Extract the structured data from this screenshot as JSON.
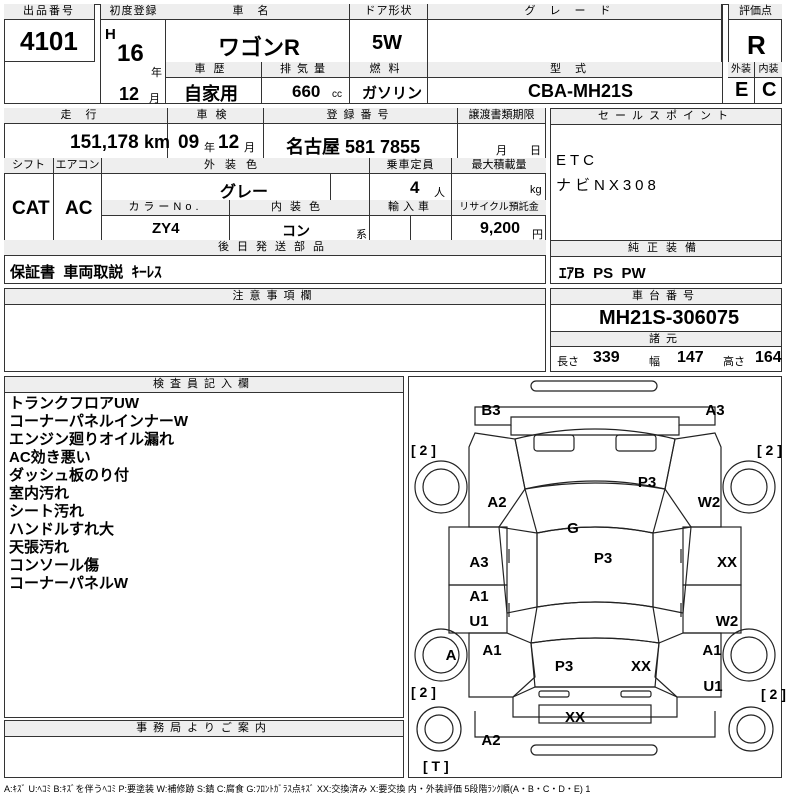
{
  "lot": {
    "label": "出品番号",
    "value": "4101"
  },
  "first_reg": {
    "label": "初度登録",
    "era": "H",
    "year": "16",
    "year_unit": "年",
    "month": "12",
    "month_unit": "月"
  },
  "car_name": {
    "label": "車名",
    "value": "ワゴンR"
  },
  "door": {
    "label": "ドア形状",
    "value": "5W"
  },
  "grade": {
    "label": "グレード",
    "value": ""
  },
  "score": {
    "label": "評価点",
    "value": "R"
  },
  "history": {
    "label": "車歴",
    "value": "自家用"
  },
  "displacement": {
    "label": "排気量",
    "value": "660",
    "unit": "cc"
  },
  "fuel": {
    "label": "燃料",
    "value": "ガソリン"
  },
  "model": {
    "label": "型式",
    "value": "CBA-MH21S"
  },
  "exterior_grade": {
    "label": "外装",
    "value": "E"
  },
  "interior_grade": {
    "label": "内装",
    "value": "C"
  },
  "mileage": {
    "label": "走行",
    "value": "151,178",
    "unit": "km"
  },
  "inspection": {
    "label": "車検",
    "year": "09",
    "year_unit": "年",
    "month": "12",
    "month_unit": "月"
  },
  "registration": {
    "label": "登録番号",
    "value": "名古屋 581 7855"
  },
  "transfer": {
    "label": "譲渡書類期限",
    "month_unit": "月",
    "day_unit": "日"
  },
  "sales_points": {
    "label": "セールスポイント",
    "lines": [
      "ETC",
      "ナビNX308"
    ]
  },
  "shift": {
    "label": "シフト",
    "value": "CAT"
  },
  "aircon": {
    "label": "エアコン",
    "value": "AC"
  },
  "ext_color": {
    "label": "外装色",
    "value": "グレー"
  },
  "capacity": {
    "label": "乗車定員",
    "value": "4",
    "unit": "人"
  },
  "max_load": {
    "label": "最大積載量",
    "value": "",
    "unit": "kg"
  },
  "color_no": {
    "label": "カラーNo.",
    "value": "ZY4"
  },
  "int_color": {
    "label": "内装色",
    "value": "コン",
    "unit": "系"
  },
  "import": {
    "label": "輸入車",
    "value": ""
  },
  "recycle": {
    "label": "リサイクル預託金",
    "value": "9,200",
    "unit": "円"
  },
  "later_parts": {
    "label": "後日発送部品",
    "value": "保証書  車両取説  ｷｰﾚｽ"
  },
  "equipment": {
    "label": "純正装備",
    "value": "ｴｱB  PS  PW"
  },
  "notes": {
    "label": "注意事項欄",
    "value": ""
  },
  "chassis": {
    "label": "車台番号",
    "value": "MH21S-306075"
  },
  "dimensions": {
    "label": "諸元",
    "length_label": "長さ",
    "length": "339",
    "width_label": "幅",
    "width": "147",
    "height_label": "高さ",
    "height": "164"
  },
  "inspector": {
    "label": "検査員記入欄",
    "remarks": [
      "トランクフロアUW",
      "コーナーパネルインナーW",
      "エンジン廻りオイル漏れ",
      "AC効き悪い",
      "ダッシュ板のり付",
      "室内汚れ",
      "シート汚れ",
      "ハンドルすれ大",
      "天張汚れ",
      "コンソール傷",
      "コーナーパネルW"
    ]
  },
  "office": {
    "label": "事務局よりご案内",
    "value": ""
  },
  "diagram": {
    "marks": [
      "B3",
      "A3",
      "P3",
      "A2",
      "W2",
      "G",
      "P3",
      "A3",
      "XX",
      "A1",
      "U1",
      "W2",
      "A",
      "A1",
      "P3",
      "XX",
      "A1",
      "U1",
      "XX",
      "A2"
    ],
    "bracket_labels": [
      "[ 2 ]",
      "[ 2 ]",
      "[ 2 ]",
      "[ 2 ]",
      "[ T ]"
    ]
  },
  "legend": "A:ｷｽﾞ U:ﾍｺﾐ B:ｷｽﾞを伴うﾍｺﾐ P:要塗装 W:補修跡 S:錆 C:腐食 G:ﾌﾛﾝﾄｶﾞﾗｽ点ｷｽﾞ XX:交換済み X:要交換 内・外装評価 5段階ﾗﾝｸ順(A・B・C・D・E) 1"
}
